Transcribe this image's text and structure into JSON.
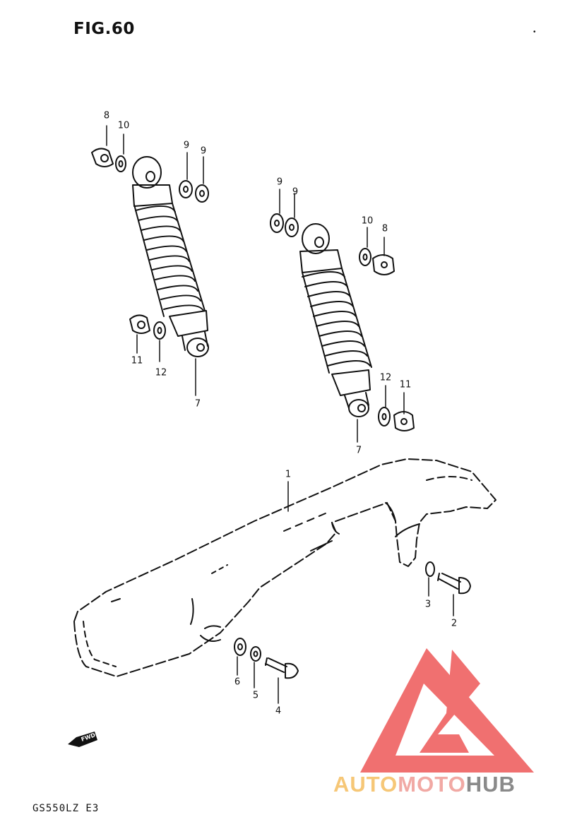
{
  "figure": {
    "title": "FIG.60",
    "model": "GS550LZ  E3",
    "edge_mark": "•",
    "fwd_label": "FWD"
  },
  "callouts": {
    "c1": "1",
    "c2": "2",
    "c3": "3",
    "c4": "4",
    "c5": "5",
    "c6": "6",
    "c7a": "7",
    "c7b": "7",
    "c8a": "8",
    "c8b": "8",
    "c9a": "9",
    "c9b": "9",
    "c9c": "9",
    "c9d": "9",
    "c10a": "10",
    "c10b": "10",
    "c11a": "11",
    "c11b": "11",
    "c12a": "12",
    "c12b": "12"
  },
  "watermark": {
    "part1": "AUTO",
    "part2": "MOTO",
    "part3": "HUB",
    "colors": {
      "auto": "#f6c777",
      "moto": "#f1a9a4",
      "hub": "#8a8a8a",
      "triangle": "#f07070"
    }
  }
}
